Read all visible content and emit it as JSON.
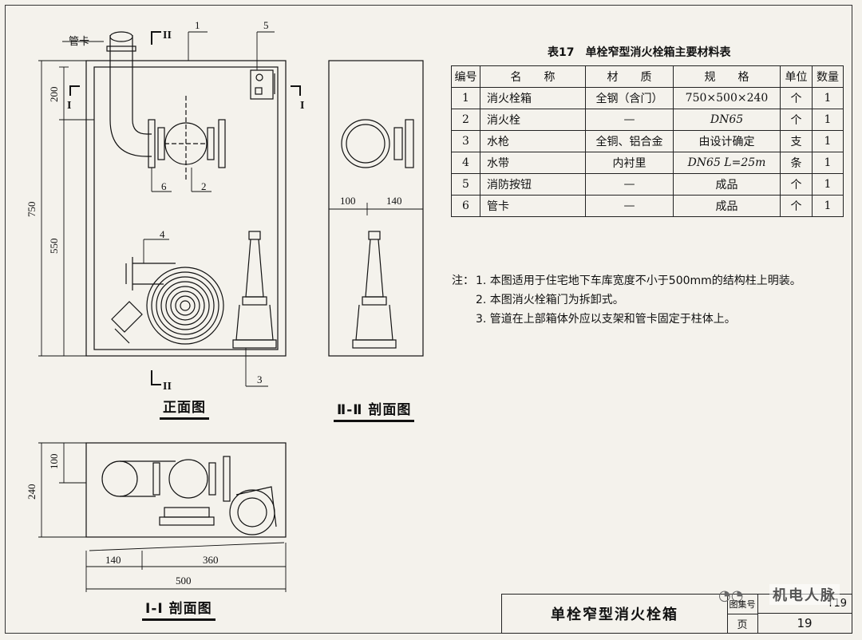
{
  "front_view": {
    "title": "正面图",
    "label_guanka": "管卡",
    "callouts": [
      "1",
      "5",
      "6",
      "2",
      "4",
      "3"
    ],
    "dims": [
      "200",
      "750",
      "550"
    ],
    "section_marks": [
      "I",
      "I",
      "II",
      "II"
    ]
  },
  "section_ii": {
    "title": "Ⅱ-Ⅱ 剖面图",
    "dims": [
      "100",
      "140"
    ]
  },
  "section_i": {
    "title": "Ⅰ-Ⅰ 剖面图",
    "dims": [
      "100",
      "240",
      "140",
      "360",
      "500"
    ]
  },
  "table": {
    "title": "表17　单栓窄型消火栓箱主要材料表",
    "headers": [
      "编号",
      "名　　称",
      "材　　质",
      "规　　格",
      "单位",
      "数量"
    ],
    "rows": [
      [
        "1",
        "消火栓箱",
        "全钢（含门）",
        "750×500×240",
        "个",
        "1"
      ],
      [
        "2",
        "消火栓",
        "—",
        "DN65",
        "个",
        "1"
      ],
      [
        "3",
        "水枪",
        "全铜、铝合金",
        "由设计确定",
        "支",
        "1"
      ],
      [
        "4",
        "水带",
        "内衬里",
        "DN65 L=25m",
        "条",
        "1"
      ],
      [
        "5",
        "消防按钮",
        "—",
        "成品",
        "个",
        "1"
      ],
      [
        "6",
        "管卡",
        "—",
        "成品",
        "个",
        "1"
      ]
    ]
  },
  "notes": {
    "lead": "注：",
    "items": [
      "1. 本图适用于住宅地下车库宽度不小于500mm的结构柱上明装。",
      "2. 本图消火栓箱门为拆卸式。",
      "3. 管道在上部箱体外应以支架和管卡固定于柱体上。"
    ]
  },
  "title_block": {
    "title": "单栓窄型消火栓箱",
    "label_atlas": "图集号",
    "atlas_value": "T19",
    "label_page": "页",
    "page": "19"
  },
  "watermark": "机电人脉"
}
